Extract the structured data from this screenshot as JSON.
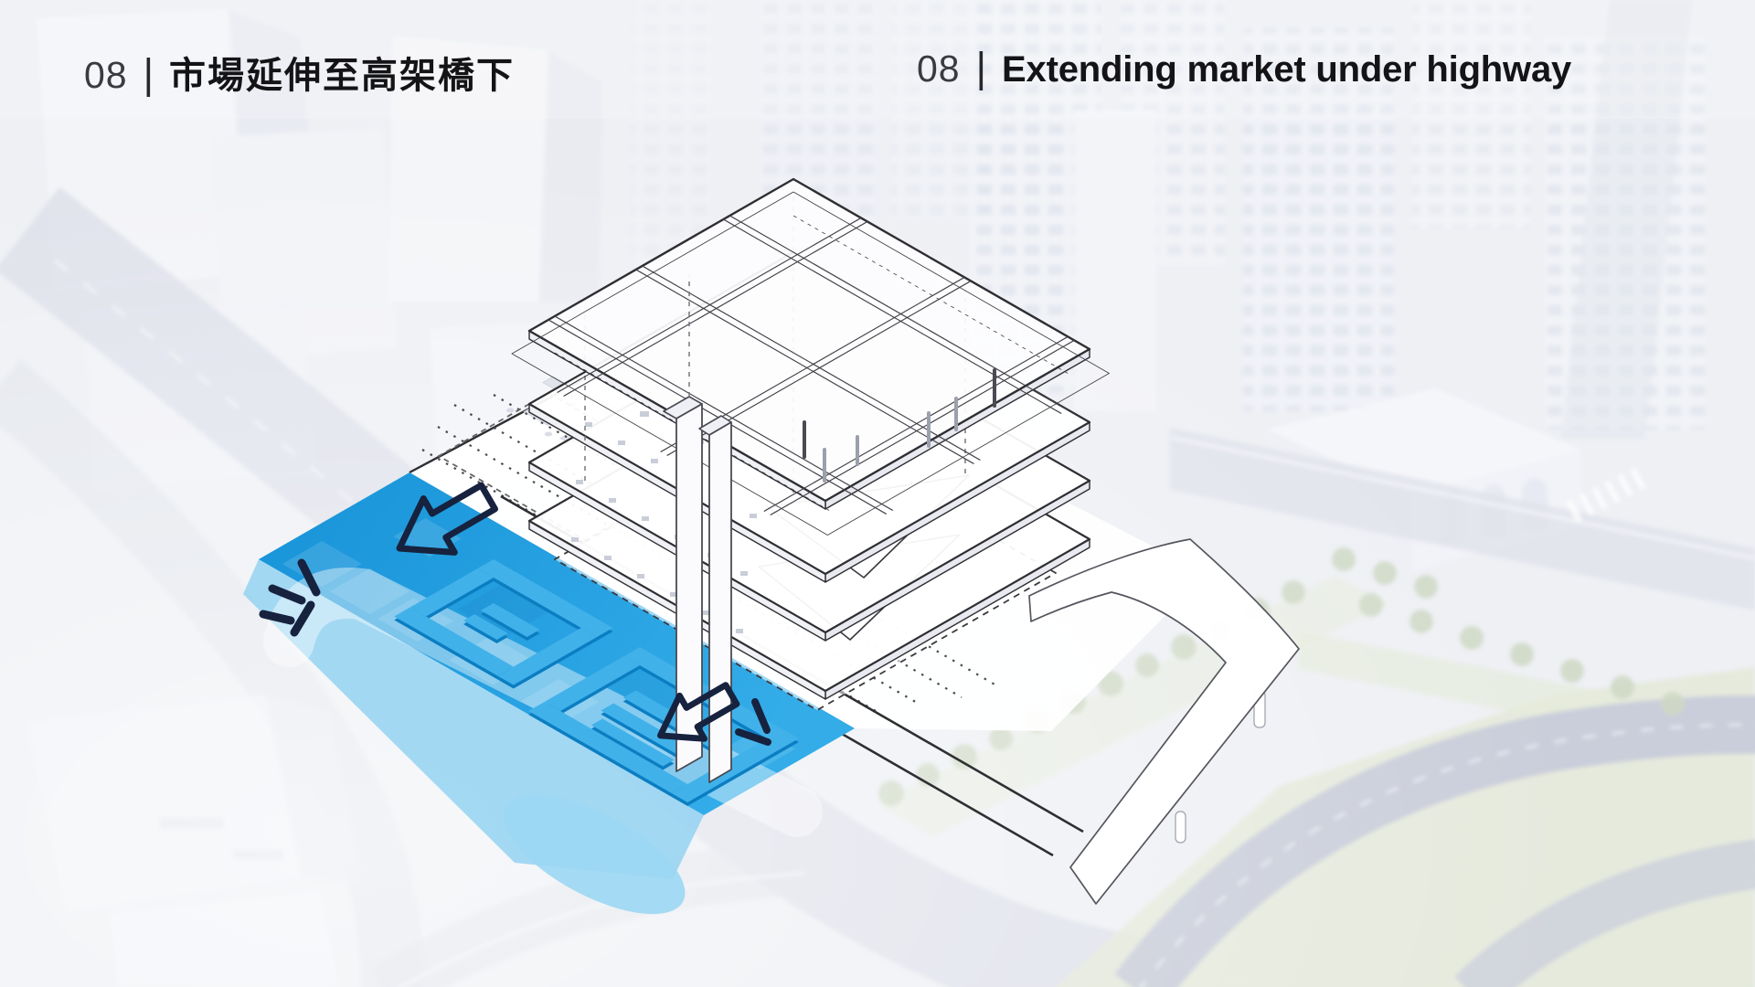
{
  "slide": {
    "number": "08",
    "separator": "|",
    "title_zh": "市場延伸至高架橋下",
    "title_en": "Extending market under highway"
  },
  "colors": {
    "highlight_blue": "#1E9FE0",
    "stall_blue_dark": "#0B7EC2",
    "stall_blue_light": "#41B1EA",
    "annotation_navy": "#16223E",
    "linework_dark": "#2E2E33",
    "background_gray": "#EEF0F4",
    "park_green": "#E4E9D8"
  },
  "diagram": {
    "type": "exploded-axonometric-building-diagram",
    "highlight": "blue market zone extending under the elevated highway, with two stall clusters and a pedestrian band",
    "annotations": [
      "flow-arrow into zone (upper)",
      "flow-arrow into zone (lower)",
      "convergence tick marks (left edge)",
      "convergence tick marks (lower edge)"
    ]
  }
}
